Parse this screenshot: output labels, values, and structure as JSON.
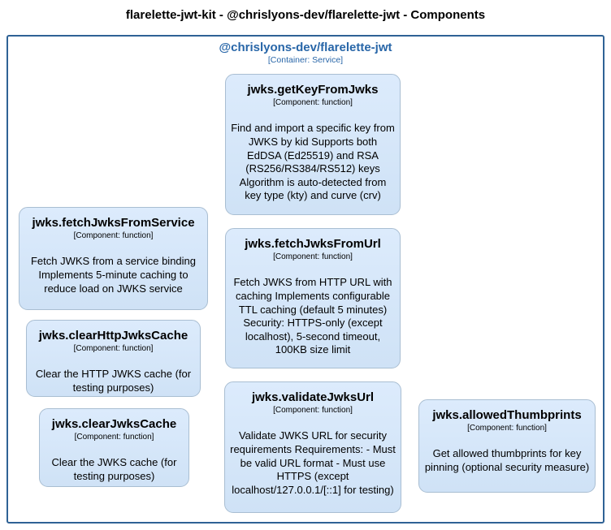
{
  "page_title": "flarelette-jwt-kit - @chrislyons-dev/flarelette-jwt - Components",
  "boundary": {
    "title": "@chrislyons-dev/flarelette-jwt",
    "meta": "[Container: Service]"
  },
  "components": [
    {
      "name": "jwks.getKeyFromJwks",
      "meta": "[Component: function]",
      "description": "Find and import a specific key from JWKS by kid Supports both EdDSA (Ed25519) and RSA (RS256/RS384/RS512) keys Algorithm is auto-detected from key type (kty) and curve (crv)"
    },
    {
      "name": "jwks.fetchJwksFromService",
      "meta": "[Component: function]",
      "description": "Fetch JWKS from a service binding Implements 5-minute caching to reduce load on JWKS service"
    },
    {
      "name": "jwks.fetchJwksFromUrl",
      "meta": "[Component: function]",
      "description": "Fetch JWKS from HTTP URL with caching Implements configurable TTL caching (default 5 minutes) Security: HTTPS-only (except localhost), 5-second timeout, 100KB size limit"
    },
    {
      "name": "jwks.clearHttpJwksCache",
      "meta": "[Component: function]",
      "description": "Clear the HTTP JWKS cache (for testing purposes)"
    },
    {
      "name": "jwks.clearJwksCache",
      "meta": "[Component: function]",
      "description": "Clear the JWKS cache (for testing purposes)"
    },
    {
      "name": "jwks.validateJwksUrl",
      "meta": "[Component: function]",
      "description": "Validate JWKS URL for security requirements Requirements: - Must be valid URL format - Must use HTTPS (except localhost/127.0.0.1/[::1] for testing)"
    },
    {
      "name": "jwks.allowedThumbprints",
      "meta": "[Component: function]",
      "description": "Get allowed thumbprints for key pinning (optional security measure)"
    }
  ],
  "colors": {
    "component_fill_top": "#dcebfc",
    "component_fill_bottom": "#cfe2f6",
    "component_border": "#a9bed2",
    "boundary_border": "#2f6295",
    "boundary_text": "#2866a8",
    "text_color": "#000000",
    "page_bg": "#ffffff"
  }
}
